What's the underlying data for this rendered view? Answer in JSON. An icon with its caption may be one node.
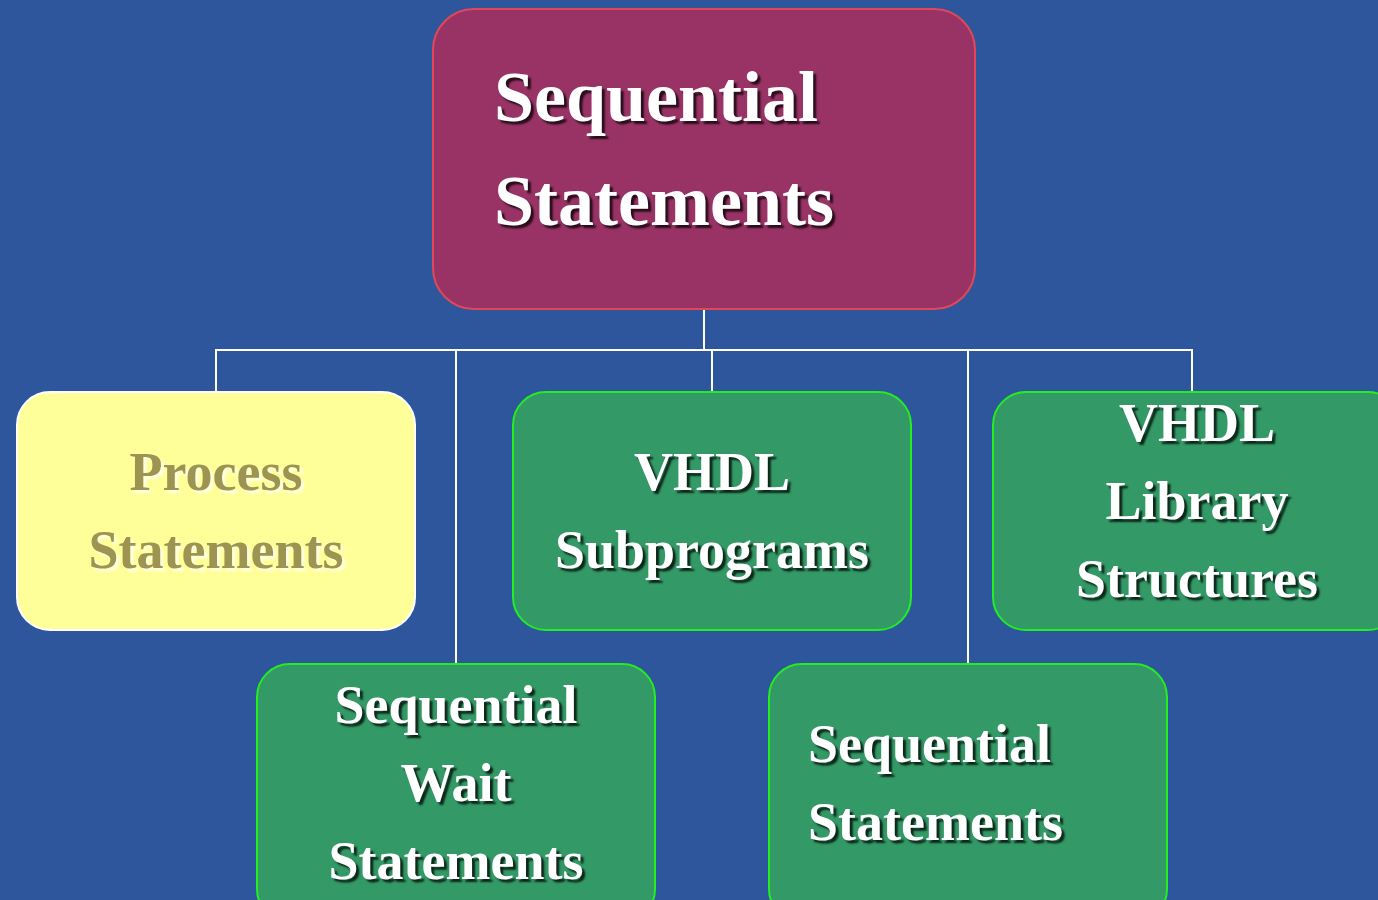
{
  "diagram": {
    "nodes": [
      {
        "text": [
          "Sequential Statements"
        ]
      },
      {
        "text": [
          "Process Statements"
        ]
      },
      {
        "text": [
          "VHDL Subprograms"
        ]
      },
      {
        "text": [
          "VHDL Library Structures"
        ]
      },
      {
        "text": [
          "Sequential Wait Statements"
        ]
      },
      {
        "text": [
          "Sequential Statements"
        ]
      }
    ],
    "edges": [
      {
        "from": 0,
        "to": 1,
        "arrow": "none"
      },
      {
        "from": 0,
        "to": 4,
        "arrow": "none"
      },
      {
        "from": 0,
        "to": 2,
        "arrow": "none"
      },
      {
        "from": 0,
        "to": 5,
        "arrow": "none"
      },
      {
        "from": 0,
        "to": 3,
        "arrow": "none"
      }
    ]
  }
}
